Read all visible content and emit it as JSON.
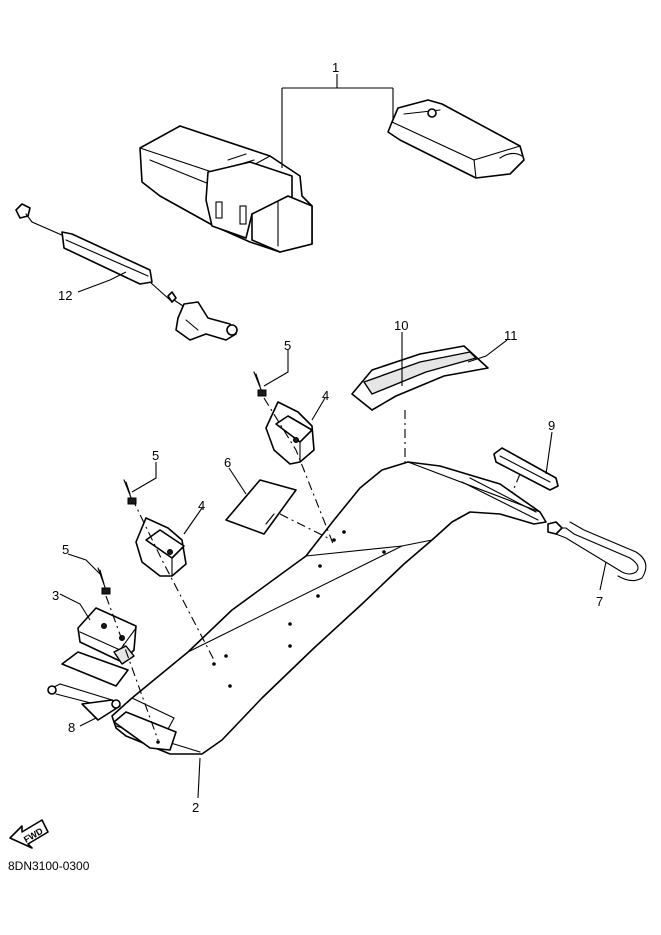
{
  "callouts": [
    "1",
    "2",
    "3",
    "4",
    "4",
    "5",
    "5",
    "5",
    "6",
    "7",
    "8",
    "9",
    "10",
    "11",
    "12"
  ],
  "fwd_label": "FWD",
  "diagram_code": "8DN3100-0300"
}
